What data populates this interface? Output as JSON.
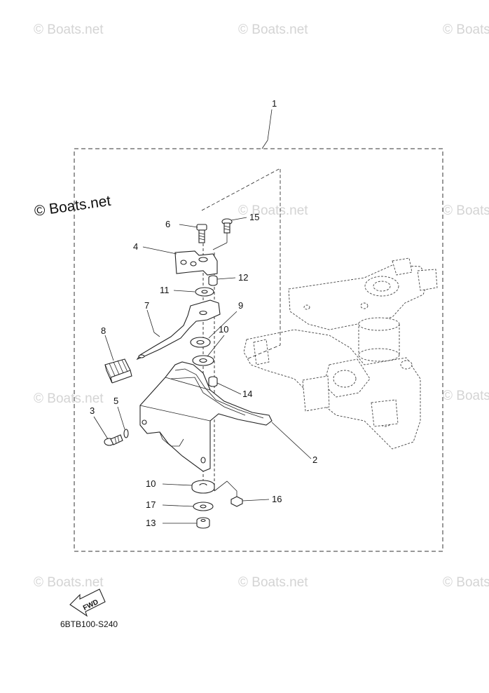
{
  "watermarks": {
    "light": "© Boats.net",
    "dark": "© Boats.net"
  },
  "labels": {
    "p1": "1",
    "p2": "2",
    "p3": "3",
    "p4": "4",
    "p5": "5",
    "p6": "6",
    "p7": "7",
    "p8": "8",
    "p9": "9",
    "p10a": "10",
    "p10b": "10",
    "p11": "11",
    "p12": "12",
    "p13": "13",
    "p14": "14",
    "p15": "15",
    "p16": "16",
    "p17": "17"
  },
  "fwd_label": "FWD",
  "diagram_code": "6BTB100-S240"
}
